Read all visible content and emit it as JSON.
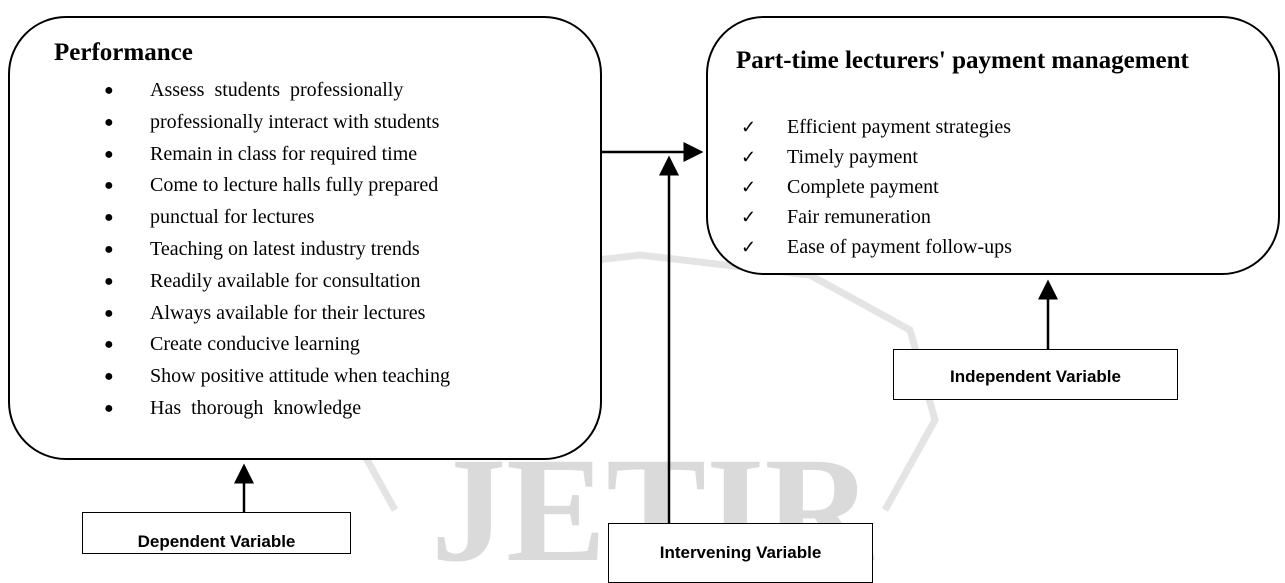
{
  "watermark": {
    "text": "JETIR",
    "color": "#d8d8d8"
  },
  "dependent_box": {
    "title": "Performance",
    "bullet_icon": "filled-circle",
    "items": [
      "Assess  students  professionally",
      "professionally interact with students",
      "Remain in class for required time",
      "Come to lecture halls fully prepared",
      "punctual for lectures",
      "Teaching on latest industry trends",
      "Readily available for consultation",
      "Always available for their lectures",
      "Create conducive learning",
      "Show positive attitude when teaching",
      "Has  thorough  knowledge"
    ]
  },
  "independent_box": {
    "title": "Part-time lecturers' payment management",
    "bullet_icon": "checkmark",
    "items": [
      "Efficient payment strategies",
      "Timely payment",
      "Complete payment",
      "Fair remuneration",
      "Ease of payment follow-ups"
    ]
  },
  "labels": {
    "dependent": "Dependent Variable",
    "independent": "Independent Variable",
    "intervening": "Intervening Variable"
  }
}
